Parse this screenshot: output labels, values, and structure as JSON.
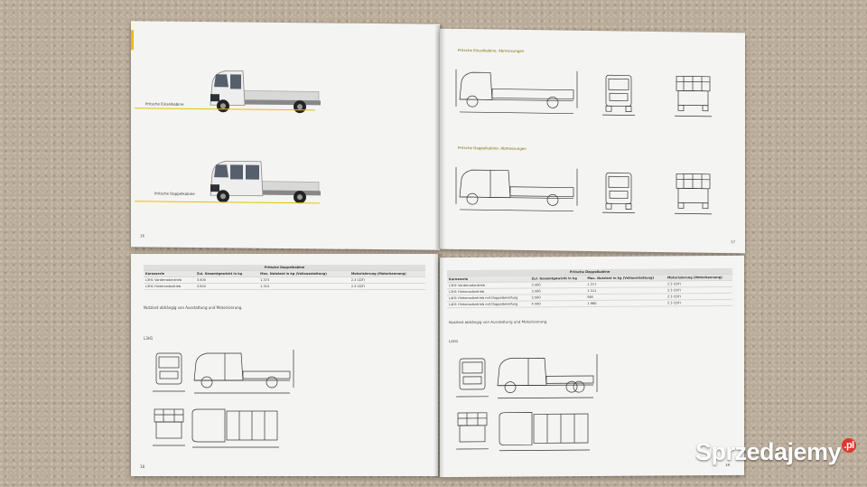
{
  "top_left": {
    "label1": "Pritsche Einzelkabine",
    "label2": "Pritsche Doppelkabine",
    "page_no": "16"
  },
  "top_right": {
    "title1": "Pritsche Einzelkabine: Abmessungen",
    "title2": "Pritsche Doppelkabine: Abmessungen",
    "page_no": "17"
  },
  "bottom_left": {
    "table_title": "Pritsche Doppelkabine",
    "headers": [
      "Karosserie",
      "Zul. Gesamtgewicht in kg",
      "Max. Nutzlast in kg (Vollausstattung)",
      "Motorisierung (Motorkennung)"
    ],
    "rows": [
      [
        "L3H1 Vorderradantrieb",
        "3.500",
        "1.373",
        "2.3 CDTI"
      ],
      [
        "L3H1 Hinterradantrieb",
        "3.500",
        "1.315",
        "2.3 CDTI"
      ]
    ],
    "footnote": "Nutzlast abhängig von Ausstattung und Motorisierung.",
    "variant_label": "L3H1",
    "page_no": "18"
  },
  "bottom_right": {
    "table_title": "Pritsche Doppelkabine",
    "headers": [
      "Karosserie",
      "Zul. Gesamtgewicht in kg",
      "Max. Nutzlast in kg (Vollausstattung)",
      "Motorisierung (Motorkennung)"
    ],
    "rows": [
      [
        "L3H1 Vorderradantrieb",
        "3.500",
        "1.377",
        "2.3 CDTI"
      ],
      [
        "L3H1 Hinterradantrieb",
        "3.500",
        "1.311",
        "2.3 CDTI"
      ],
      [
        "L4H1 Hinterradantrieb mit Doppelbereifung",
        "3.500",
        "985",
        "2.3 CDTI"
      ],
      [
        "L4H1 Hinterradantrieb mit Doppelbereifung",
        "4.500",
        "1.960",
        "2.3 CDTI"
      ]
    ],
    "footnote": "Nutzlast abhängig von Ausstattung und Motorisierung.",
    "variant_label": "L4H1",
    "page_no": "19"
  },
  "watermark": {
    "text": "Sprzedajemy",
    "badge": ".pl"
  },
  "colors": {
    "accent_yellow": "#e2c200",
    "paper": "#f4f4f2",
    "carpet": "#b9ab98",
    "watermark_red": "#e1362c"
  }
}
